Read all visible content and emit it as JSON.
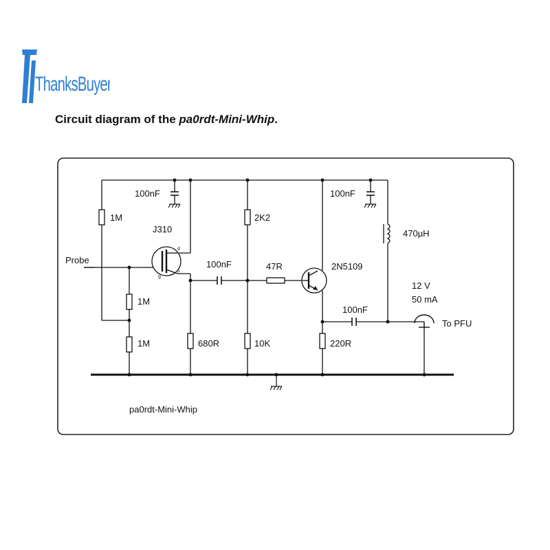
{
  "brand": {
    "name": "ThanksBuyer",
    "color": "#2f7fd3"
  },
  "heading": {
    "prefix": "Circuit diagram of the ",
    "name": "pa0rdt-Mini-Whip",
    "suffix": "."
  },
  "labels": {
    "probe": "Probe",
    "c_top_left": "100nF",
    "r_1m_top": "1M",
    "fet": "J310",
    "pin_d": "d",
    "pin_g": "g",
    "pin_s": "s",
    "r_1m_mid": "1M",
    "r_1m_bottom": "1M",
    "r_680": "680R",
    "c_coupling": "100nF",
    "r_47": "47R",
    "r_2k2": "2K2",
    "r_10k": "10K",
    "transistor": "2N5109",
    "c_top_right": "100nF",
    "inductor": "470µH",
    "supply_v": "12 V",
    "supply_i": "50 mA",
    "c_output": "100nF",
    "r_220": "220R",
    "output": "To PFU"
  },
  "caption": "pa0rdt-Mini-Whip"
}
